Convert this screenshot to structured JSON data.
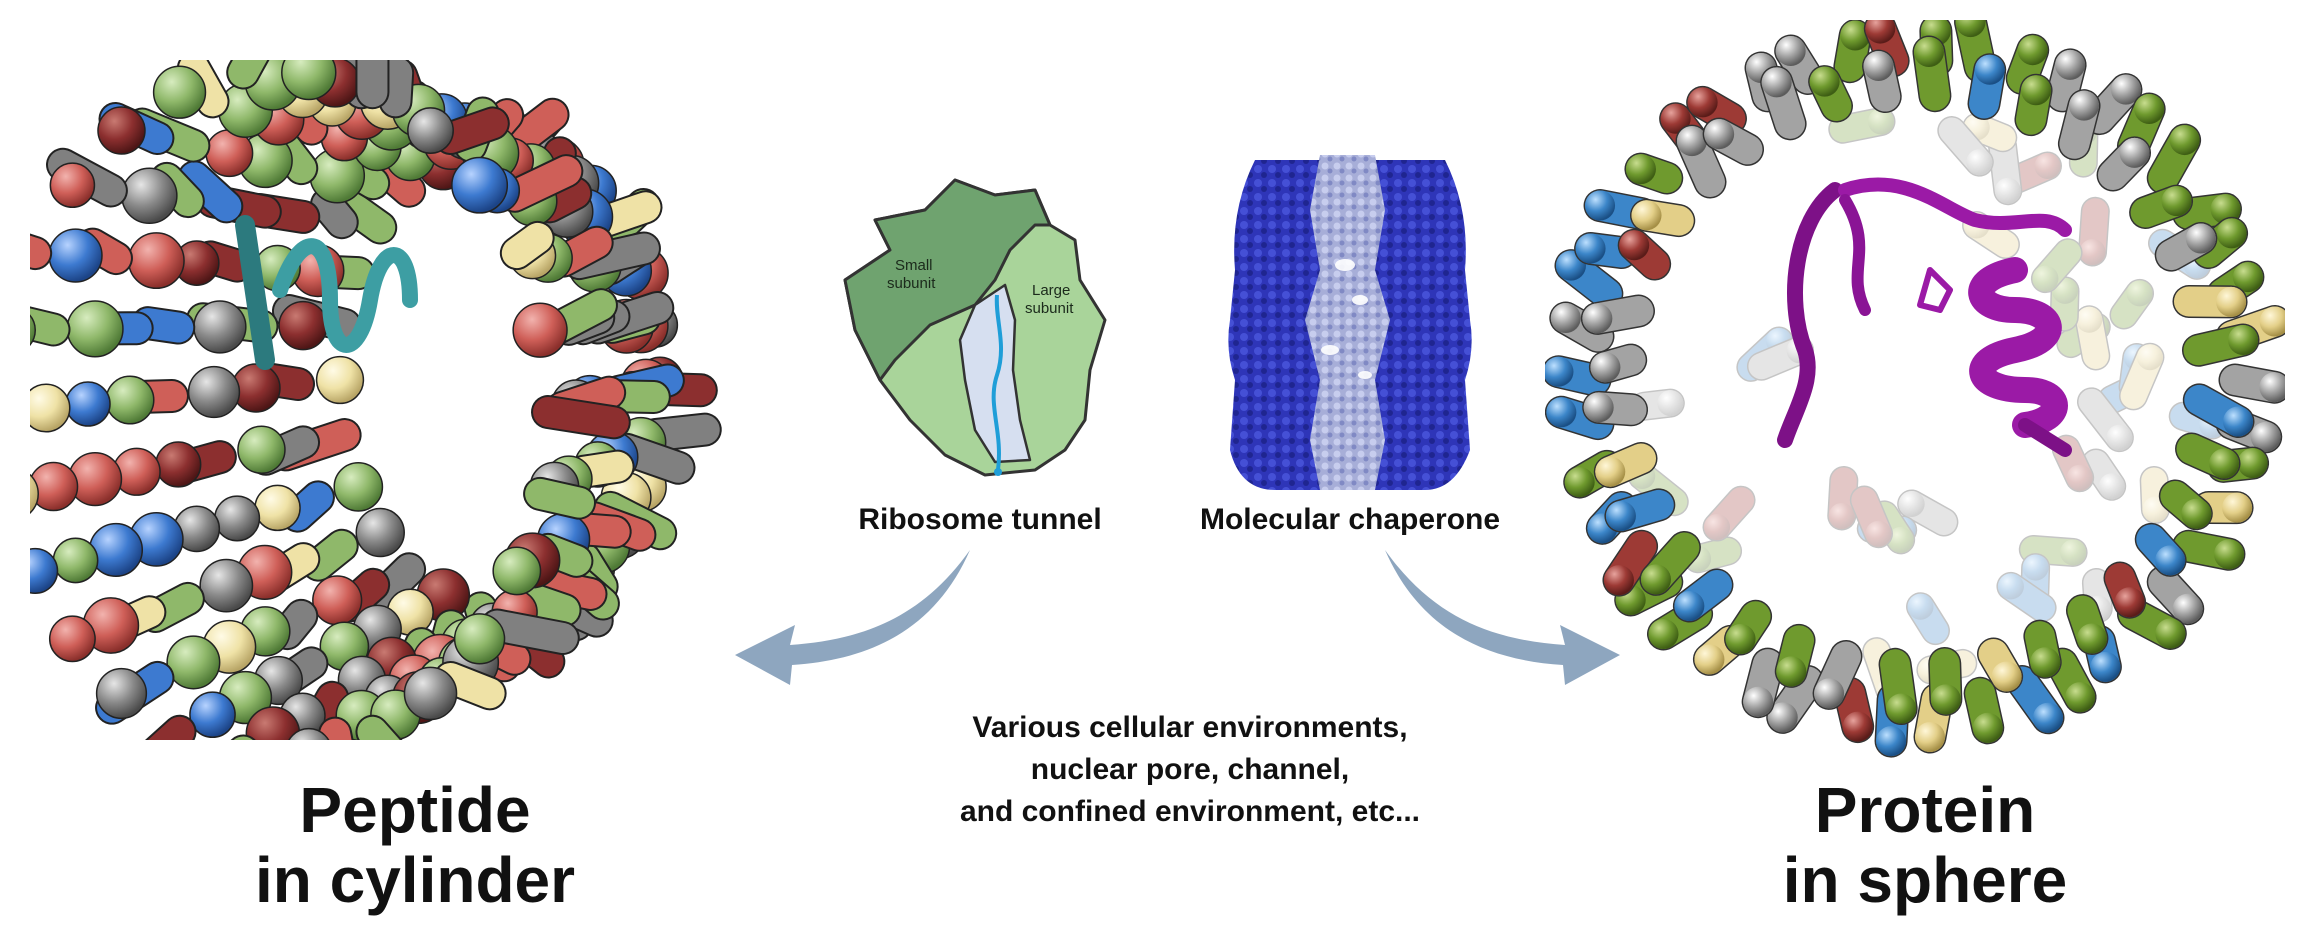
{
  "left_panel": {
    "title_line1": "Peptide",
    "title_line2": "in cylinder"
  },
  "right_panel": {
    "title_line1": "Protein",
    "title_line2": "in sphere"
  },
  "ribosome": {
    "caption": "Ribosome tunnel",
    "small_subunit_line1": "Small",
    "small_subunit_line2": "subunit",
    "large_subunit_line1": "Large",
    "large_subunit_line2": "subunit"
  },
  "chaperone": {
    "caption": "Molecular chaperone"
  },
  "middle_text": {
    "line1": "Various cellular environments,",
    "line2": "nuclear pore, channel,",
    "line3": "and confined environment, etc..."
  },
  "colors": {
    "green": "#8fb86a",
    "gray": "#7a7a7a",
    "red": "#c95a55",
    "darkred": "#8c2f2f",
    "blue": "#3d7ad0",
    "cream": "#efe2a6",
    "teal": "#3d9ea3",
    "magenta": "#9b1aa6",
    "chaperone_blue": "#2e35b8",
    "chaperone_light": "#a7aed8",
    "ribo_dark": "#6fa36f",
    "ribo_light": "#a9d49a",
    "tunnel": "#d6dff0",
    "arrow": "#8ea6bf"
  },
  "icons": [
    "peptide-cylinder-illustration",
    "ribosome-tunnel-illustration",
    "molecular-chaperone-illustration",
    "protein-sphere-illustration",
    "arrow-left-icon",
    "arrow-right-icon"
  ]
}
